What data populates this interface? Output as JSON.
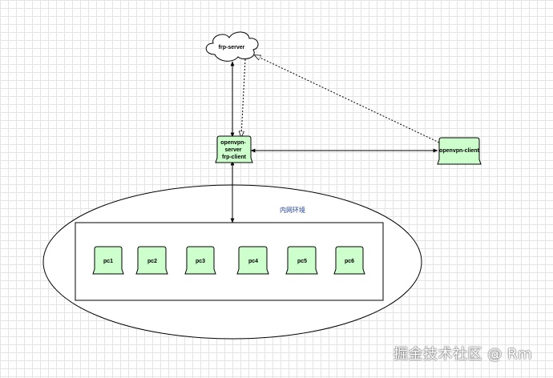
{
  "cloud": {
    "label": "frp-server"
  },
  "server": {
    "lines": [
      "openvpn-",
      "server",
      "frp-client"
    ]
  },
  "client": {
    "label": "openvpn-client"
  },
  "region": {
    "label": "内网环境"
  },
  "pcs": [
    "pc1",
    "pc2",
    "pc3",
    "pc4",
    "pc5",
    "pc6"
  ],
  "watermark": "掘金技术社区 @ Rm",
  "colors": {
    "node_fill": "#ccffcc",
    "stroke": "#000000",
    "region_text": "#1f3f8f"
  }
}
